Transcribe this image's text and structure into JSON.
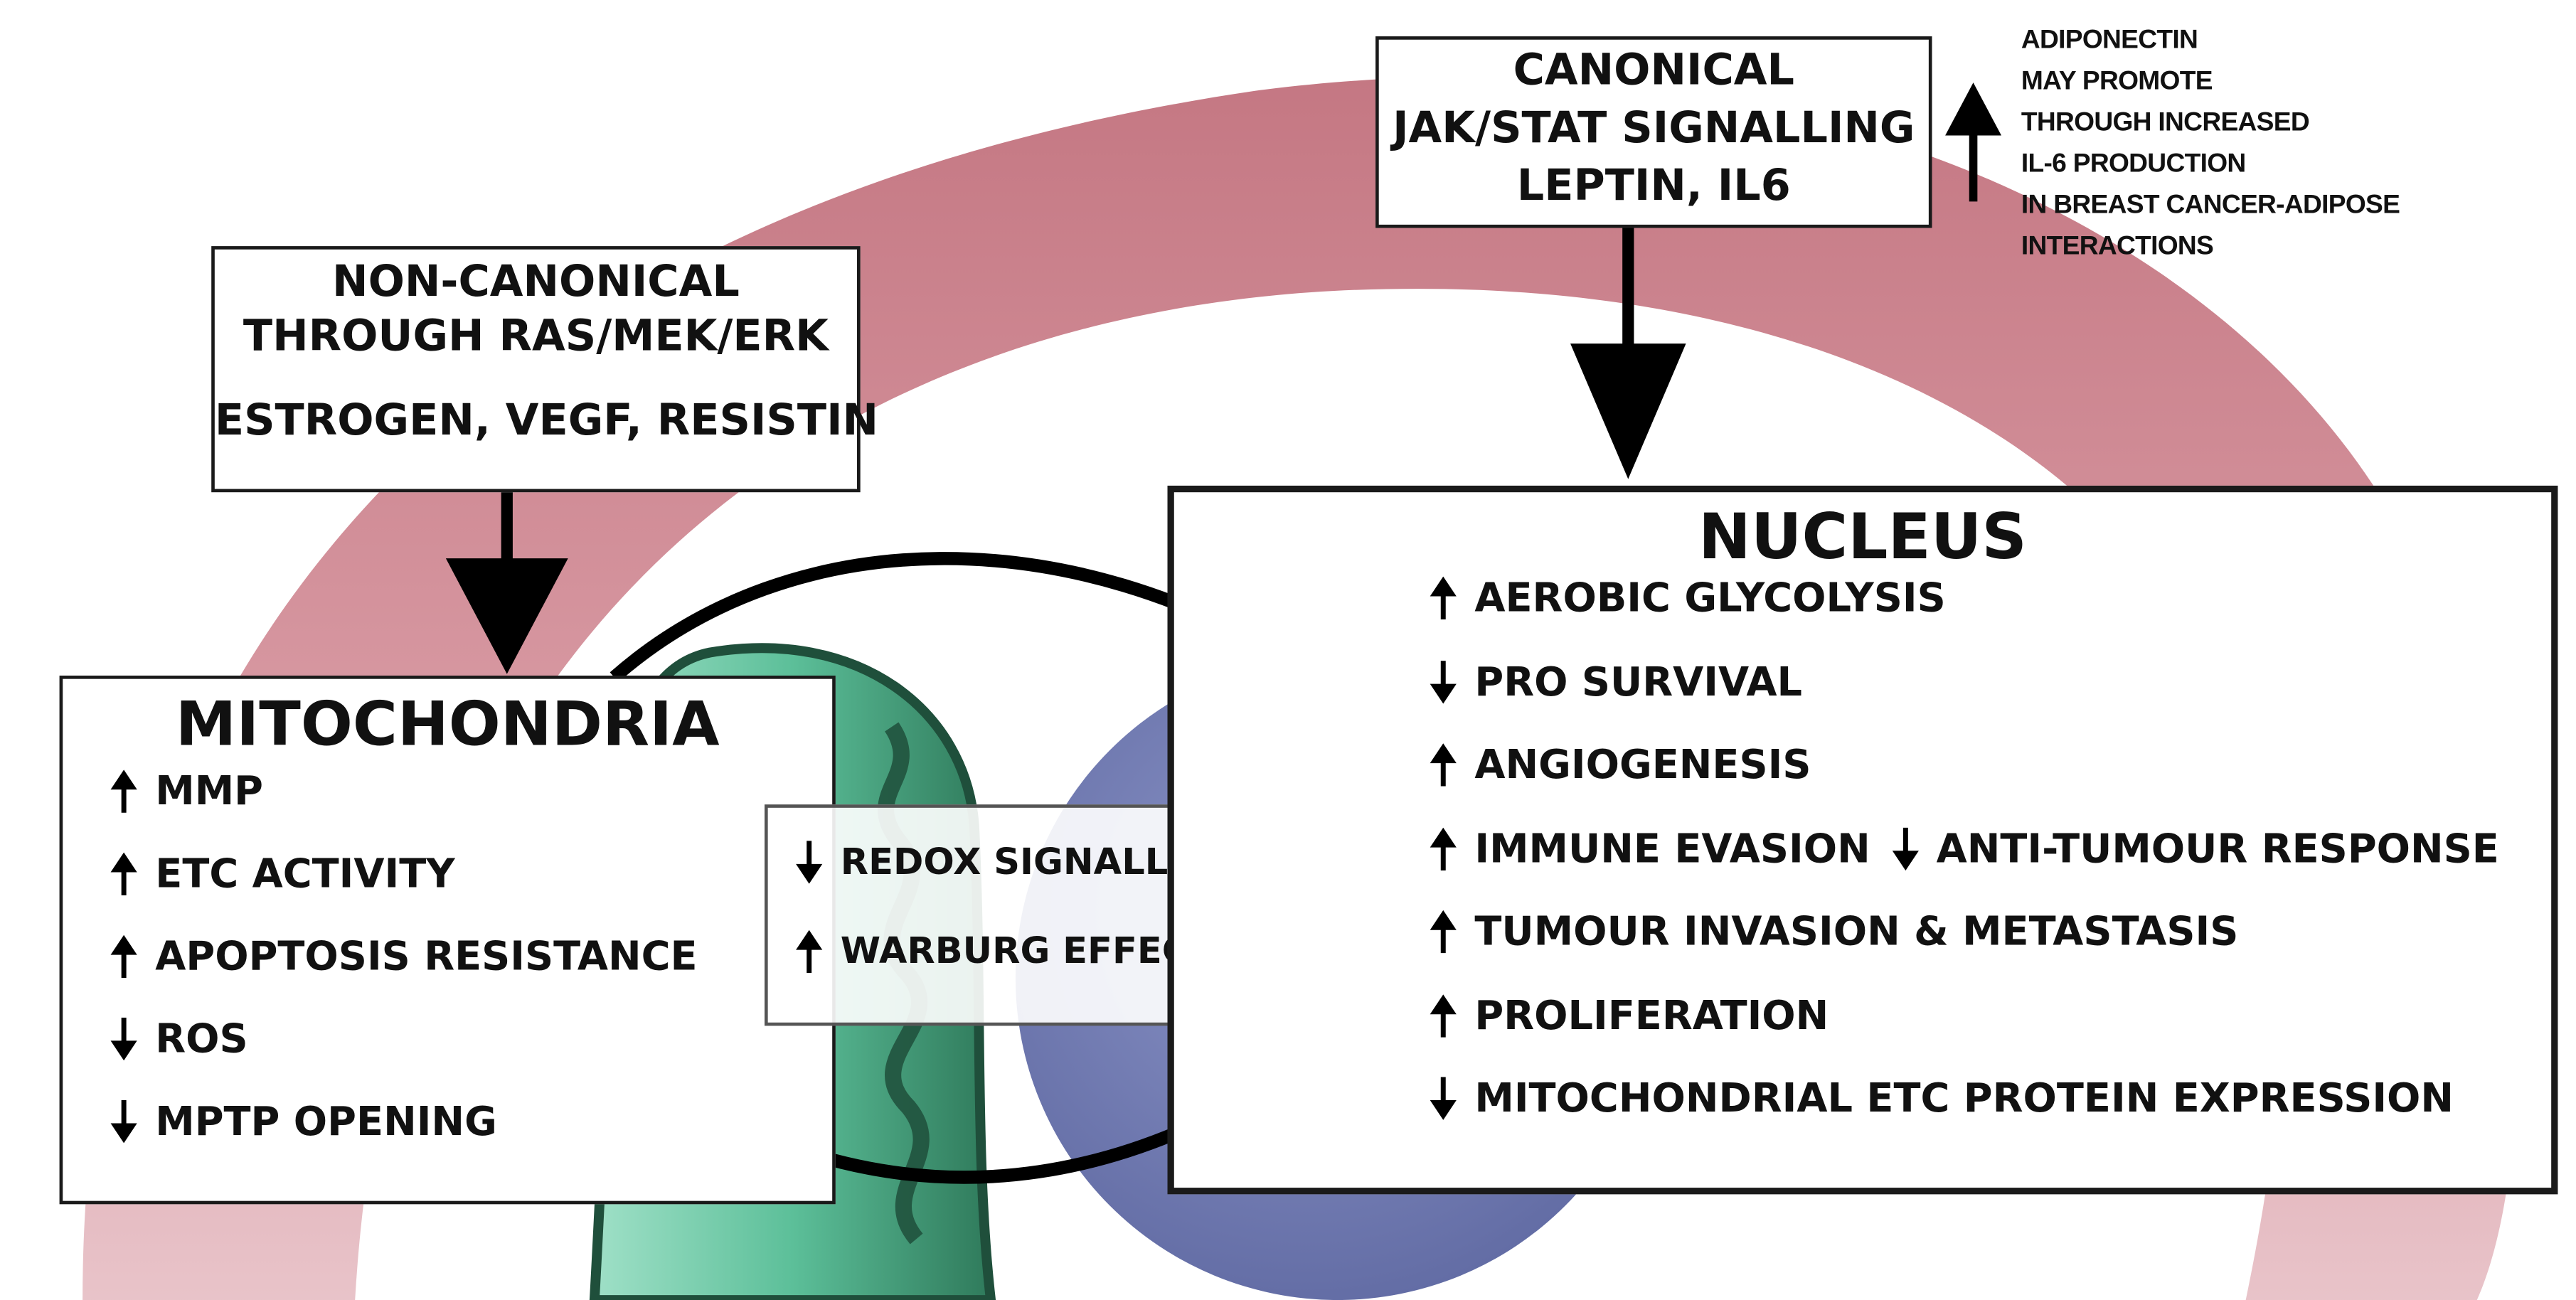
{
  "colors": {
    "membrane": "#c97a85",
    "membrane_light": "#e2b0b8",
    "nucleus_blue": "#6f79b0",
    "mito_green": "#59b894",
    "mito_dark": "#1f4f3b",
    "arrow": "#000000"
  },
  "boxes": {
    "non_canonical": {
      "lines": [
        "NON-CANONICAL",
        "THROUGH RAS/MEK/ERK",
        "ESTROGEN, VEGF, RESISTIN"
      ]
    },
    "canonical": {
      "lines": [
        "CANONICAL",
        "JAK/STAT SIGNALLING",
        "LEPTIN, IL6"
      ]
    },
    "adiponectin_note": {
      "direction": "up",
      "lines": [
        "ADIPONECTIN",
        "MAY PROMOTE",
        "THROUGH INCREASED",
        "IL-6 PRODUCTION",
        "IN BREAST CANCER-ADIPOSE",
        "INTERACTIONS"
      ]
    },
    "mitochondria": {
      "title": "MITOCHONDRIA",
      "items": [
        {
          "direction": "up",
          "label": "MMP"
        },
        {
          "direction": "up",
          "label": "ETC ACTIVITY"
        },
        {
          "direction": "up",
          "label": "APOPTOSIS RESISTANCE"
        },
        {
          "direction": "down",
          "label": "ROS"
        },
        {
          "direction": "down",
          "label": "MPTP OPENING"
        }
      ]
    },
    "middle": {
      "items": [
        {
          "direction": "down",
          "label": "REDOX SIGNALLING"
        },
        {
          "direction": "up",
          "label": "WARBURG EFFECT"
        }
      ]
    },
    "nucleus": {
      "title": "NUCLEUS",
      "items": [
        {
          "direction": "up",
          "label": "AEROBIC GLYCOLYSIS"
        },
        {
          "direction": "down",
          "label": "PRO SURVIVAL"
        },
        {
          "direction": "up",
          "label": "ANGIOGENESIS"
        },
        {
          "direction": "up",
          "label": "IMMUNE EVASION",
          "direction2": "down",
          "label2": "ANTI-TUMOUR RESPONSE"
        },
        {
          "direction": "up",
          "label": "TUMOUR INVASION & METASTASIS"
        },
        {
          "direction": "up",
          "label": "PROLIFERATION"
        },
        {
          "direction": "down",
          "label": "MITOCHONDRIAL ETC PROTEIN EXPRESSION"
        }
      ]
    }
  }
}
